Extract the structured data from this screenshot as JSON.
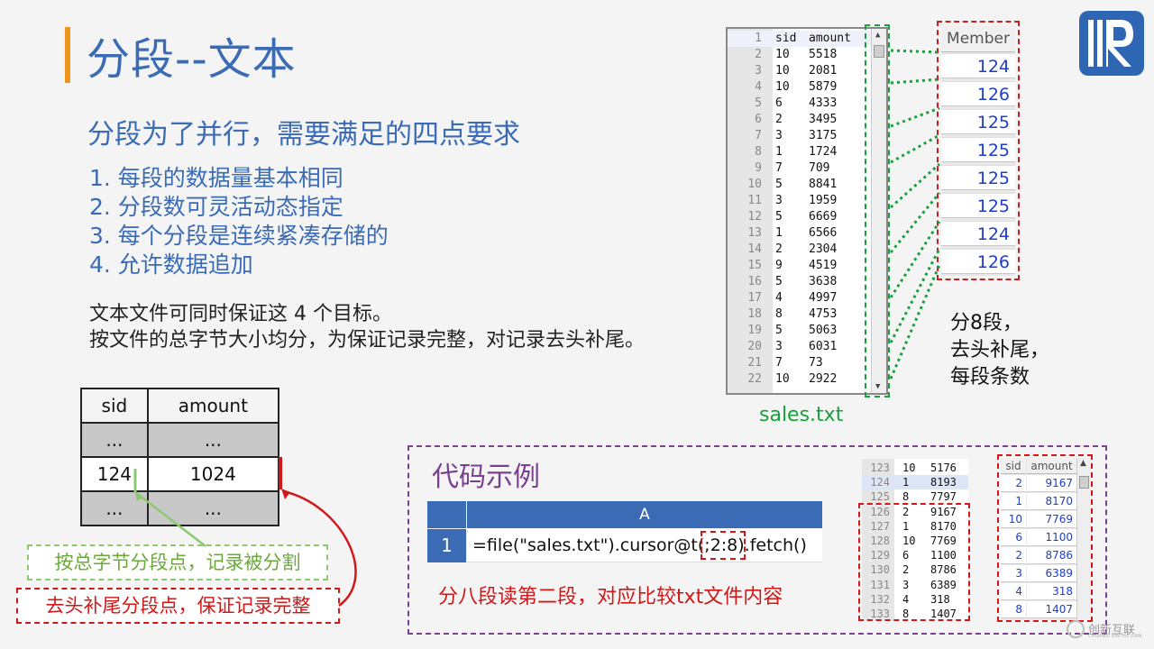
{
  "title": "分段--文本",
  "subtitle": "分段为了并行，需要满足的四点要求",
  "requirements": [
    "1. 每段的数据量基本相同",
    "2. 分段数可灵活动态指定",
    "3. 每个分段是连续紧凑存储的",
    "4. 允许数据追加"
  ],
  "description": [
    "文本文件可同时保证这 4 个目标。",
    "按文件的总字节大小均分，为保证记录完整，对记录去头补尾。"
  ],
  "editor": {
    "header": {
      "ln": "1",
      "sid": "sid",
      "amount": "amount"
    },
    "rows": [
      {
        "ln": "2",
        "sid": "10",
        "amount": "5518"
      },
      {
        "ln": "3",
        "sid": "10",
        "amount": "2081"
      },
      {
        "ln": "4",
        "sid": "10",
        "amount": "5879"
      },
      {
        "ln": "5",
        "sid": "6",
        "amount": "4333"
      },
      {
        "ln": "6",
        "sid": "2",
        "amount": "3495"
      },
      {
        "ln": "7",
        "sid": "3",
        "amount": "3175"
      },
      {
        "ln": "8",
        "sid": "1",
        "amount": "1724"
      },
      {
        "ln": "9",
        "sid": "7",
        "amount": "709"
      },
      {
        "ln": "10",
        "sid": "5",
        "amount": "8841"
      },
      {
        "ln": "11",
        "sid": "3",
        "amount": "1959"
      },
      {
        "ln": "12",
        "sid": "5",
        "amount": "6669"
      },
      {
        "ln": "13",
        "sid": "1",
        "amount": "6566"
      },
      {
        "ln": "14",
        "sid": "2",
        "amount": "2304"
      },
      {
        "ln": "15",
        "sid": "9",
        "amount": "4519"
      },
      {
        "ln": "16",
        "sid": "5",
        "amount": "3638"
      },
      {
        "ln": "17",
        "sid": "4",
        "amount": "4997"
      },
      {
        "ln": "18",
        "sid": "8",
        "amount": "4753"
      },
      {
        "ln": "19",
        "sid": "5",
        "amount": "5063"
      },
      {
        "ln": "20",
        "sid": "3",
        "amount": "6031"
      },
      {
        "ln": "21",
        "sid": "7",
        "amount": "73"
      },
      {
        "ln": "22",
        "sid": "10",
        "amount": "2922"
      }
    ],
    "file_label": "sales.txt"
  },
  "member": {
    "header": "Member",
    "values": [
      "124",
      "126",
      "125",
      "125",
      "125",
      "125",
      "124",
      "126"
    ]
  },
  "segment_note": [
    "分8段，",
    "去头补尾，",
    "每段条数"
  ],
  "record_table": {
    "headers": [
      "sid",
      "amount"
    ],
    "rows": [
      [
        "...",
        "..."
      ],
      [
        "124",
        "1024"
      ],
      [
        "...",
        "..."
      ]
    ]
  },
  "green_note": "按总字节分段点，记录被分割",
  "red_note": "去头补尾分段点，保证记录完整",
  "code": {
    "title": "代码示例",
    "col_header": "A",
    "row_num": "1",
    "expression": "=file(\"sales.txt\").cursor@t(;2:8).fetch()",
    "caption": "分八段读第二段，对应比较txt文件内容"
  },
  "mini_editor": [
    {
      "ln": "123",
      "sid": "10",
      "amount": "5176"
    },
    {
      "ln": "124",
      "sid": "1",
      "amount": "8193"
    },
    {
      "ln": "125",
      "sid": "8",
      "amount": "7797"
    },
    {
      "ln": "126",
      "sid": "2",
      "amount": "9167"
    },
    {
      "ln": "127",
      "sid": "1",
      "amount": "8170"
    },
    {
      "ln": "128",
      "sid": "10",
      "amount": "7769"
    },
    {
      "ln": "129",
      "sid": "6",
      "amount": "1100"
    },
    {
      "ln": "130",
      "sid": "2",
      "amount": "8786"
    },
    {
      "ln": "131",
      "sid": "3",
      "amount": "6389"
    },
    {
      "ln": "132",
      "sid": "4",
      "amount": "318"
    },
    {
      "ln": "133",
      "sid": "8",
      "amount": "1407"
    }
  ],
  "mini_table": {
    "headers": [
      "sid",
      "amount"
    ],
    "rows": [
      [
        "2",
        "9167"
      ],
      [
        "1",
        "8170"
      ],
      [
        "10",
        "7769"
      ],
      [
        "6",
        "1100"
      ],
      [
        "2",
        "8786"
      ],
      [
        "3",
        "6389"
      ],
      [
        "4",
        "318"
      ],
      [
        "8",
        "1407"
      ]
    ]
  },
  "watermark": {
    "text": "创新互联",
    "sub": "CHUANG XIN HU LIAN"
  },
  "colors": {
    "accent": "#f0961e",
    "title": "#3b6bb5",
    "green": "#1aa03c",
    "red": "#d01818",
    "purple": "#7a3f8f"
  }
}
